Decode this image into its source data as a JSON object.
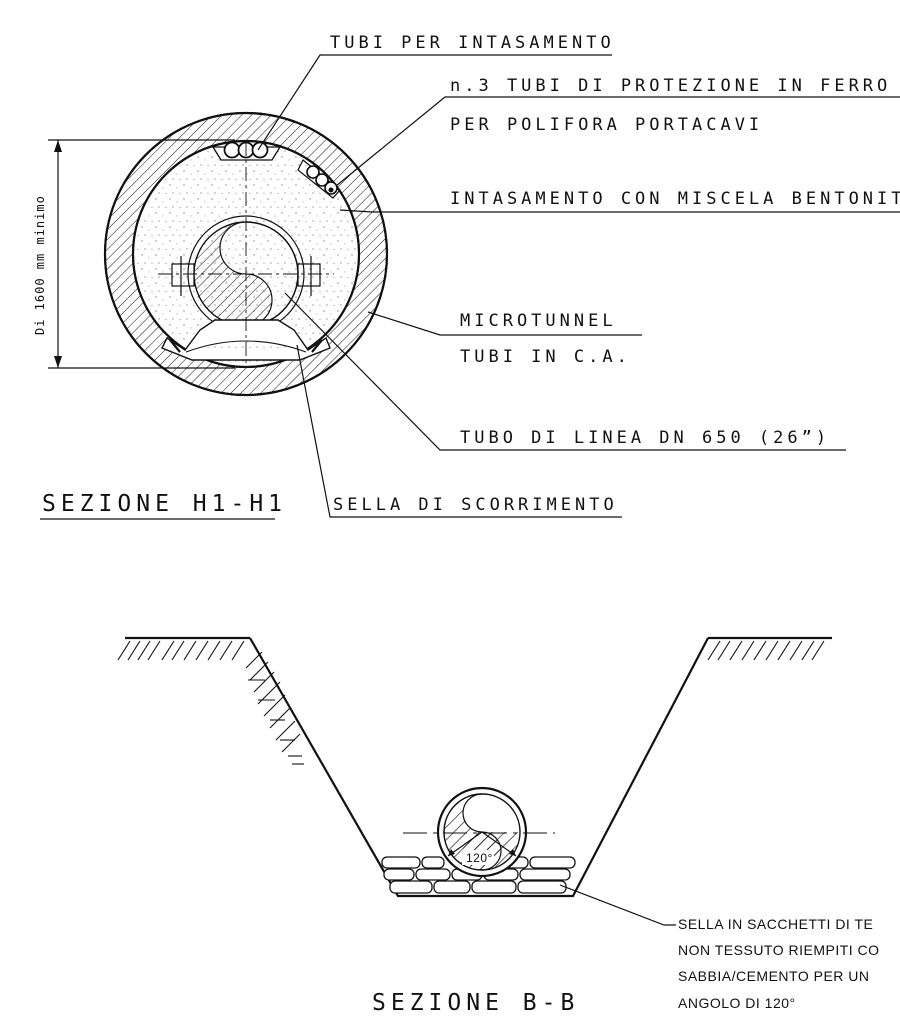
{
  "section_h1": {
    "title": "SEZIONE H1-H1",
    "labels": {
      "tubi_intasamento": "TUBI PER INTASAMENTO",
      "tubi_protezione": "n.3 TUBI DI PROTEZIONE IN FERRO",
      "polifora": "PER POLIFORA PORTACAVI",
      "intasamento": "INTASAMENTO CON MISCELA BENTONIT",
      "microtunnel": "MICROTUNNEL",
      "tubi_ca": "TUBI IN C.A.",
      "tubo_linea": "TUBO DI LINEA DN 650 (26”)",
      "sella": "SELLA DI SCORRIMENTO"
    },
    "dimension": "Di 1600 mm minimo"
  },
  "section_bb": {
    "title": "SEZIONE B-B",
    "angle": "120°",
    "note_lines": [
      "SELLA IN SACCHETTI DI TE",
      "NON TESSUTO RIEMPITI CO",
      "SABBIA/CEMENTO PER UN",
      "ANGOLO DI 120°"
    ]
  }
}
